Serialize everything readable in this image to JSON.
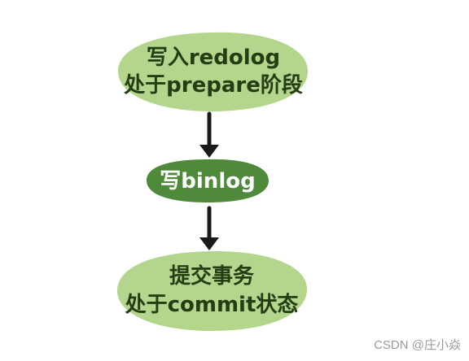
{
  "nodes": [
    {
      "line1": "写入redolog",
      "line2": "处于prepare阶段"
    },
    {
      "line1": "写binlog"
    },
    {
      "line1": "提交事务",
      "line2": "处于commit状态"
    }
  ],
  "colors": {
    "light_node": "#b3d68c",
    "dark_node": "#4f8a3a",
    "arrow": "#1a1a1a",
    "text_dark": "#243d12",
    "text_light": "#ffffff"
  },
  "watermark": "CSDN @庄小焱"
}
